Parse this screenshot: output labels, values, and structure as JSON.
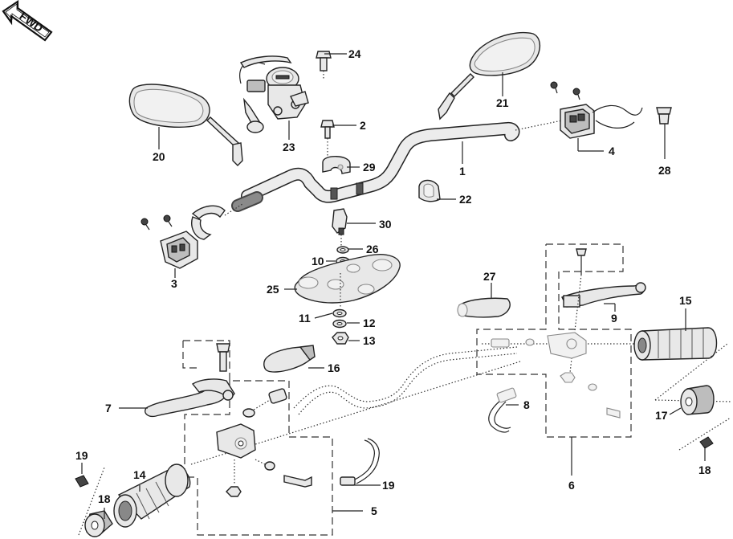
{
  "direction_arrow": {
    "text": "FWD",
    "icon": "forward-arrow-icon"
  },
  "callouts": {
    "c1": "1",
    "c2": "2",
    "c3": "3",
    "c4": "4",
    "c5": "5",
    "c6": "6",
    "c7": "7",
    "c8": "8",
    "c9": "9",
    "c10": "10",
    "c11": "11",
    "c12": "12",
    "c13": "13",
    "c14": "14",
    "c15": "15",
    "c16": "16",
    "c17": "17",
    "c18a": "18",
    "c18b": "18",
    "c19a": "19",
    "c19b": "19",
    "c20": "20",
    "c21": "21",
    "c22": "22",
    "c23": "23",
    "c24": "24",
    "c25": "25",
    "c26": "26",
    "c27": "27",
    "c28": "28",
    "c29": "29",
    "c30": "30"
  }
}
